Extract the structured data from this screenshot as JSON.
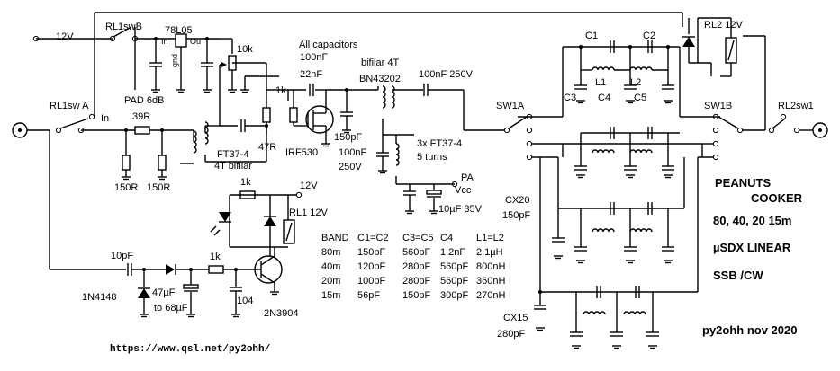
{
  "labels": {
    "v12_in": "12V",
    "rl1swb": "RL1swB",
    "reg": "78L05",
    "reg_in": "In",
    "reg_gnd": "gnd",
    "reg_ou": "Ou",
    "pot": "10k",
    "allcap1": "All capacitors",
    "allcap2": "100nF",
    "c22n": "22nF",
    "bifilar": "bifilar 4T",
    "bn": "BN43202",
    "c100n250": "100nF 250V",
    "rl2": "RL2 12V",
    "c1": "C1",
    "c2": "C2",
    "c3": "C3",
    "c4": "C4",
    "c5": "C5",
    "l1": "L1",
    "l2": "L2",
    "rl1swa": "RL1sw A",
    "in": "In",
    "pad": "PAD 6dB",
    "r39": "39R",
    "r1k_a": "1k",
    "irf": "IRF530",
    "c150p": "150pF",
    "c100n": "100nF",
    "v250": "250V",
    "ft3x": "3x FT37-4",
    "turns": "5 turns",
    "pa": "PA",
    "vcc": "Vcc",
    "c10u": "10µF 35V",
    "r150a": "150R",
    "r150b": "150R",
    "ft37": "FT37-4",
    "ft4t": "4T bifilar",
    "r47": "47R",
    "sw1a": "SW1A",
    "sw1b": "SW1B",
    "rl2sw1": "RL2sw1",
    "peanuts": "PEANUTS",
    "cooker": "COOKER",
    "bands": "80, 40, 20 15m",
    "usdx": "µSDX LINEAR",
    "ssb": "SSB /CW",
    "cx20": "CX20",
    "cx20v": "150pF",
    "cx15": "CX15",
    "cx15v": "280pF",
    "r1k_b": "1k",
    "v12_b": "12V",
    "rl1": "RL1 12V",
    "c10p": "10pF",
    "r1k_c": "1k",
    "d1n4148": "1N4148",
    "c47u": "47µF",
    "c68u": "to 68µF",
    "c104": "104",
    "q": "2N3904",
    "url": "https://www.qsl.net/py2ohh/",
    "sig": "py2ohh nov 2020"
  },
  "table": {
    "headers": [
      "BAND",
      "C1=C2",
      "C3=C5",
      "C4",
      "L1=L2"
    ],
    "rows": [
      [
        "80m",
        "150pF",
        "560pF",
        "1.2nF",
        "2.1µH"
      ],
      [
        "40m",
        "120pF",
        "280pF",
        "560pF",
        "800nH"
      ],
      [
        "20m",
        "100pF",
        "280pF",
        "560pF",
        "360nH"
      ],
      [
        "15m",
        "56pF",
        "150pF",
        "300pF",
        "270nH"
      ]
    ]
  }
}
